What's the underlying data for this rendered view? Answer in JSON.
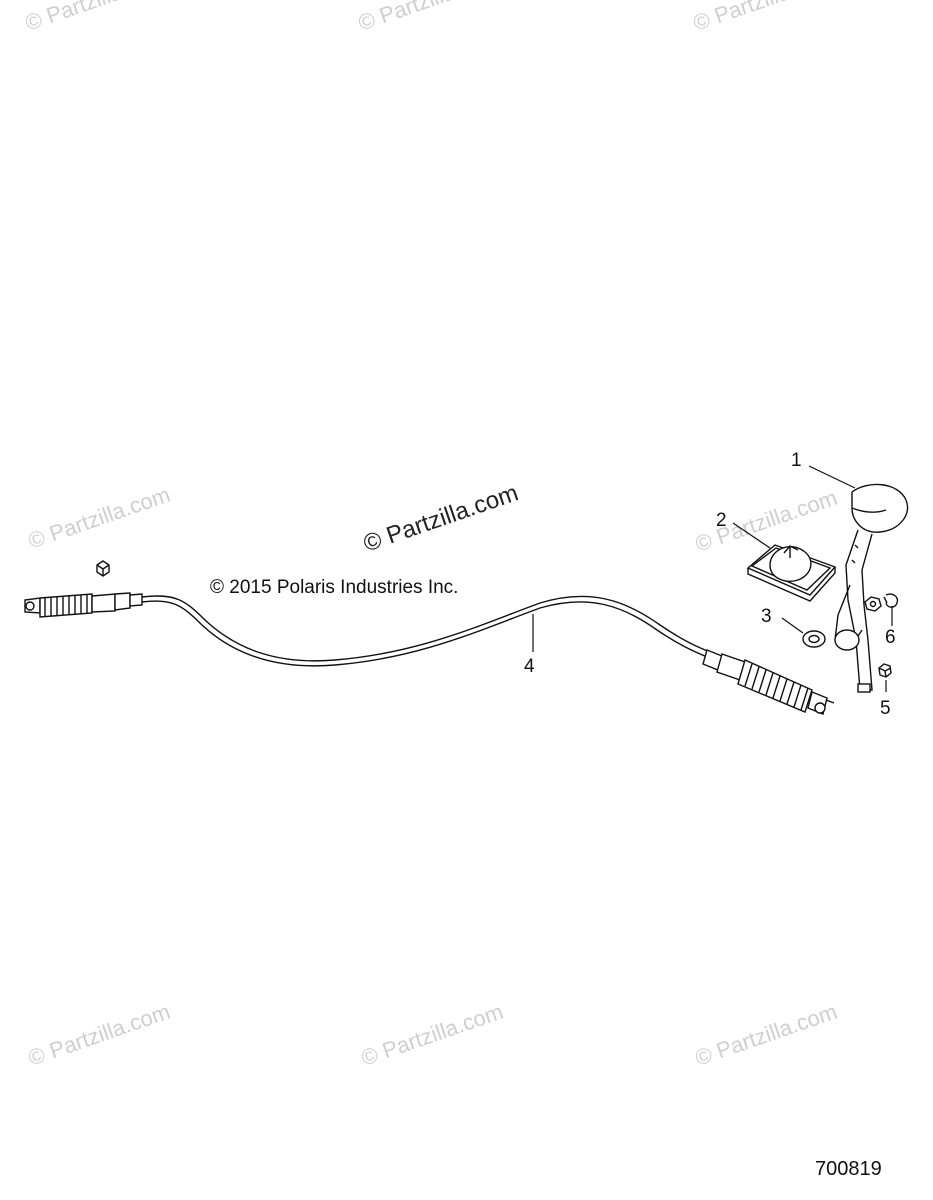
{
  "watermarks": {
    "partzilla": "© Partzilla.com"
  },
  "diagram": {
    "copyright": "© 2015 Polaris Industries Inc.",
    "document_number": "700819",
    "callouts": [
      "1",
      "2",
      "3",
      "4",
      "5",
      "6"
    ]
  },
  "colors": {
    "line": "#111111",
    "watermark": "#cfcfcf",
    "background": "#ffffff"
  }
}
